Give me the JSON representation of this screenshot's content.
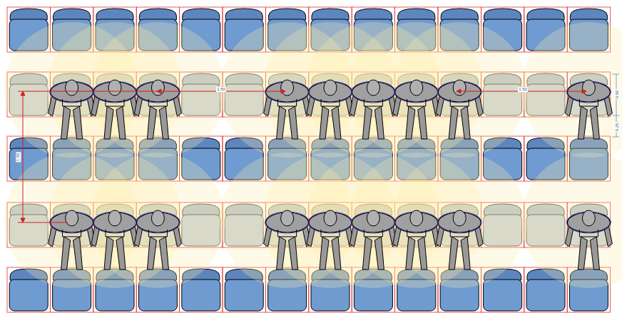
{
  "diagram": {
    "labels": [
      "1.50",
      "1.50",
      "1.00",
      "0.50",
      "0.25"
    ]
  }
}
